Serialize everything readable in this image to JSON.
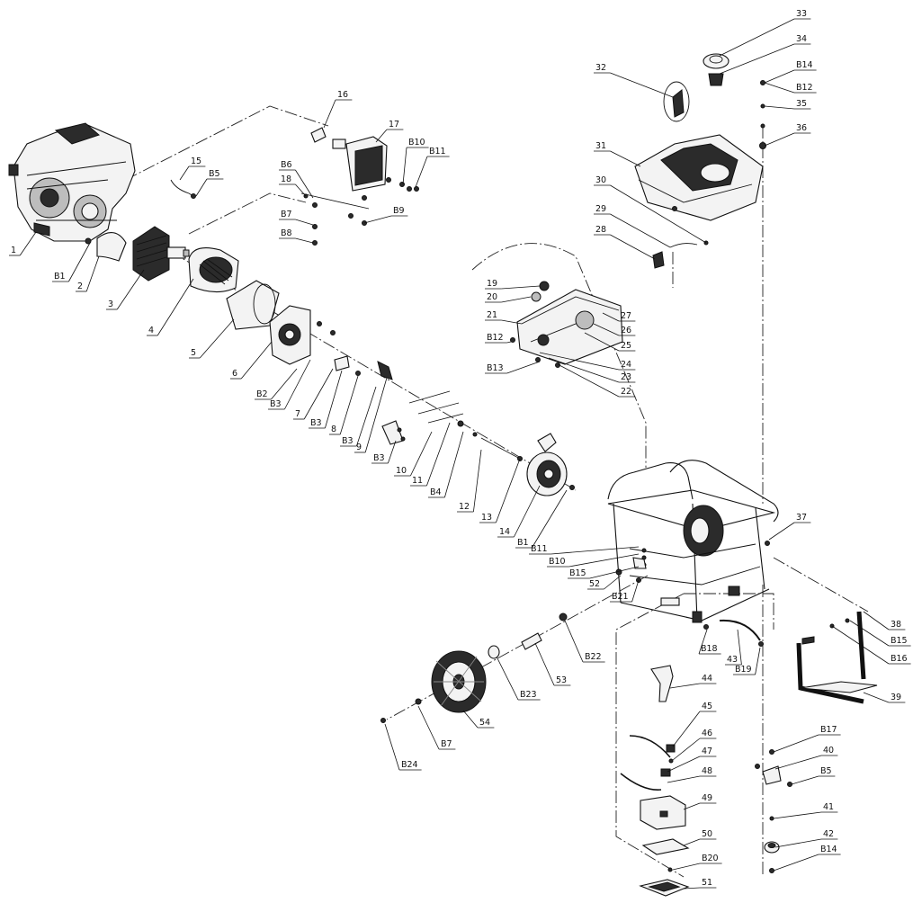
{
  "colors": {
    "ink": "#111111",
    "paper": "#ffffff",
    "shade": "#2b2b2b"
  },
  "callouts": [
    {
      "id": "c1",
      "text": "1"
    },
    {
      "id": "c2",
      "text": "2"
    },
    {
      "id": "c3",
      "text": "3"
    },
    {
      "id": "c4",
      "text": "4"
    },
    {
      "id": "c5",
      "text": "5"
    },
    {
      "id": "c6",
      "text": "6"
    },
    {
      "id": "c7",
      "text": "7"
    },
    {
      "id": "c8",
      "text": "8"
    },
    {
      "id": "c9",
      "text": "9"
    },
    {
      "id": "c10",
      "text": "10"
    },
    {
      "id": "c11",
      "text": "11"
    },
    {
      "id": "c12",
      "text": "12"
    },
    {
      "id": "c13",
      "text": "13"
    },
    {
      "id": "c14",
      "text": "14"
    },
    {
      "id": "c15",
      "text": "15"
    },
    {
      "id": "c16",
      "text": "16"
    },
    {
      "id": "c17",
      "text": "17"
    },
    {
      "id": "c18",
      "text": "18"
    },
    {
      "id": "c19",
      "text": "19"
    },
    {
      "id": "c20",
      "text": "20"
    },
    {
      "id": "c21",
      "text": "21"
    },
    {
      "id": "c22",
      "text": "22"
    },
    {
      "id": "c23",
      "text": "23"
    },
    {
      "id": "c24",
      "text": "24"
    },
    {
      "id": "c25",
      "text": "25"
    },
    {
      "id": "c26",
      "text": "26"
    },
    {
      "id": "c27",
      "text": "27"
    },
    {
      "id": "c28",
      "text": "28"
    },
    {
      "id": "c29",
      "text": "29"
    },
    {
      "id": "c30",
      "text": "30"
    },
    {
      "id": "c31",
      "text": "31"
    },
    {
      "id": "c32",
      "text": "32"
    },
    {
      "id": "c33",
      "text": "33"
    },
    {
      "id": "c34",
      "text": "34"
    },
    {
      "id": "c35",
      "text": "35"
    },
    {
      "id": "c36",
      "text": "36"
    },
    {
      "id": "c37",
      "text": "37"
    },
    {
      "id": "c38",
      "text": "38"
    },
    {
      "id": "c39",
      "text": "39"
    },
    {
      "id": "c40",
      "text": "40"
    },
    {
      "id": "c41",
      "text": "41"
    },
    {
      "id": "c42",
      "text": "42"
    },
    {
      "id": "c43",
      "text": "43"
    },
    {
      "id": "c44",
      "text": "44"
    },
    {
      "id": "c45",
      "text": "45"
    },
    {
      "id": "c46",
      "text": "46"
    },
    {
      "id": "c47",
      "text": "47"
    },
    {
      "id": "c48",
      "text": "48"
    },
    {
      "id": "c49",
      "text": "49"
    },
    {
      "id": "c50",
      "text": "50"
    },
    {
      "id": "c51",
      "text": "51"
    },
    {
      "id": "c52",
      "text": "52"
    },
    {
      "id": "c53",
      "text": "53"
    },
    {
      "id": "c54",
      "text": "54"
    },
    {
      "id": "cB1a",
      "text": "B1"
    },
    {
      "id": "cB1b",
      "text": "B1"
    },
    {
      "id": "cB2",
      "text": "B2"
    },
    {
      "id": "cB3a",
      "text": "B3"
    },
    {
      "id": "cB3b",
      "text": "B3"
    },
    {
      "id": "cB3c",
      "text": "B3"
    },
    {
      "id": "cB3d",
      "text": "B3"
    },
    {
      "id": "cB4",
      "text": "B4"
    },
    {
      "id": "cB5a",
      "text": "B5"
    },
    {
      "id": "cB5b",
      "text": "B5"
    },
    {
      "id": "cB6",
      "text": "B6"
    },
    {
      "id": "cB7a",
      "text": "B7"
    },
    {
      "id": "cB7b",
      "text": "B7"
    },
    {
      "id": "cB8",
      "text": "B8"
    },
    {
      "id": "cB9",
      "text": "B9"
    },
    {
      "id": "cB10a",
      "text": "B10"
    },
    {
      "id": "cB10b",
      "text": "B10"
    },
    {
      "id": "cB11a",
      "text": "B11"
    },
    {
      "id": "cB11b",
      "text": "B11"
    },
    {
      "id": "cB12a",
      "text": "B12"
    },
    {
      "id": "cB12b",
      "text": "B12"
    },
    {
      "id": "cB13",
      "text": "B13"
    },
    {
      "id": "cB14a",
      "text": "B14"
    },
    {
      "id": "cB14b",
      "text": "B14"
    },
    {
      "id": "cB15a",
      "text": "B15"
    },
    {
      "id": "cB15b",
      "text": "B15"
    },
    {
      "id": "cB16",
      "text": "B16"
    },
    {
      "id": "cB17",
      "text": "B17"
    },
    {
      "id": "cB18",
      "text": "B18"
    },
    {
      "id": "cB19",
      "text": "B19"
    },
    {
      "id": "cB20",
      "text": "B20"
    },
    {
      "id": "cB21",
      "text": "B21"
    },
    {
      "id": "cB22",
      "text": "B22"
    },
    {
      "id": "cB23",
      "text": "B23"
    },
    {
      "id": "cB24",
      "text": "B24"
    }
  ]
}
